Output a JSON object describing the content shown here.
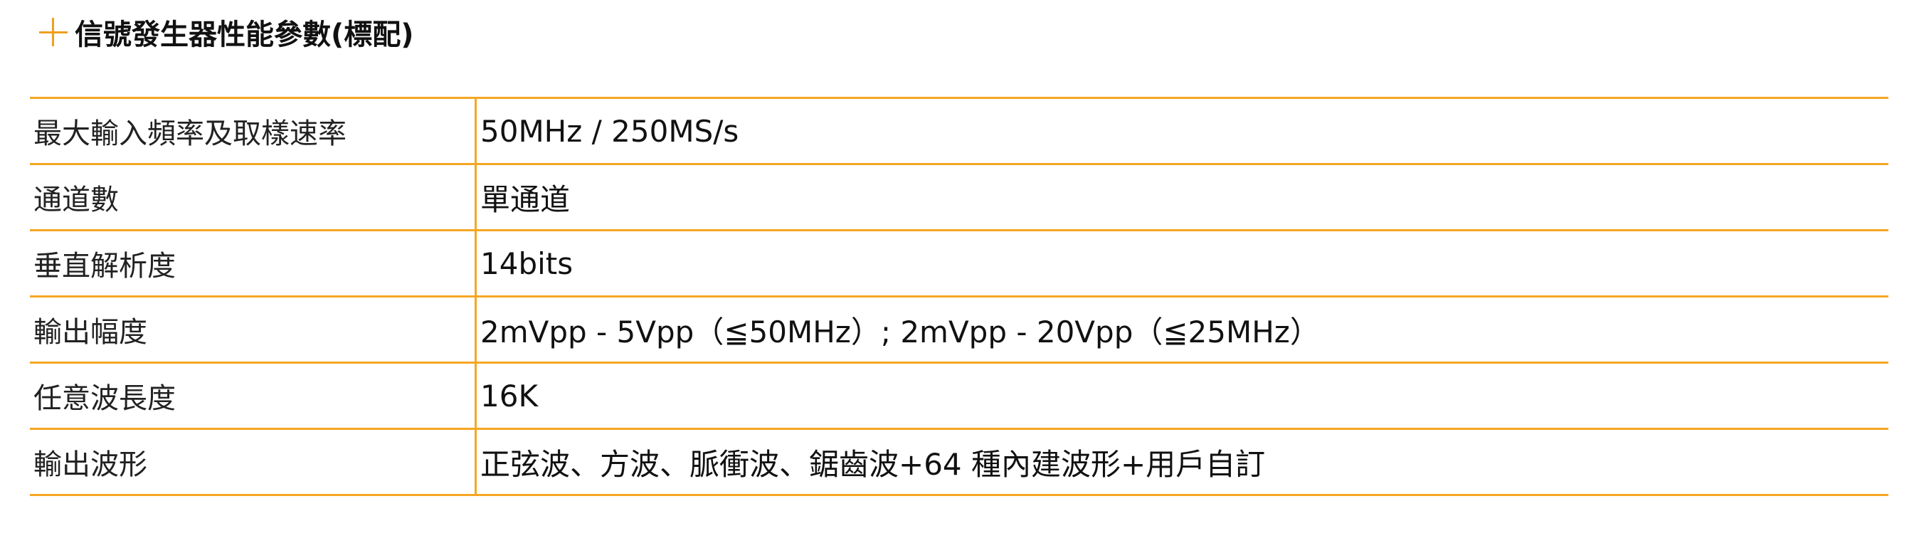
{
  "header": {
    "title": "信號發生器性能參數(標配)",
    "icon": "plus-icon",
    "accent_color": "#f5a623"
  },
  "spec_table": {
    "rows": [
      {
        "label": "最大輸入頻率及取樣速率",
        "value": "50MHz / 250MS/s"
      },
      {
        "label": "通道數",
        "value": "單通道"
      },
      {
        "label": "垂直解析度",
        "value": "14bits"
      },
      {
        "label": "輸出幅度",
        "value": "2mVpp - 5Vpp（≦50MHz）; 2mVpp - 20Vpp（≦25MHz）"
      },
      {
        "label": "任意波長度",
        "value": "16K"
      },
      {
        "label": "輸出波形",
        "value": "正弦波、方波、脈衝波、鋸齒波+64 種內建波形+用戶自訂"
      }
    ]
  }
}
